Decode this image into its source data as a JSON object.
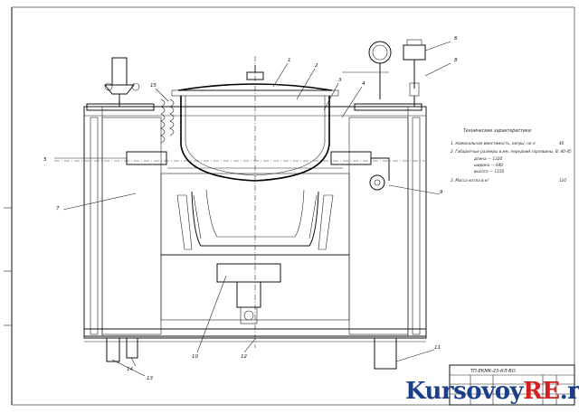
{
  "drawing": {
    "stamp_code": "ТП-ЕКМК-23-КЛ-ВО",
    "tech_title": "Технические характеристики",
    "specs": [
      {
        "text": "1. Номинальная вместимость, литры, не л",
        "value": "40"
      },
      {
        "text": "2. Габаритные размеры в мм, передний горловины, В: 40-45",
        "value": ""
      },
      {
        "text": "длина — 1320",
        "value": ""
      },
      {
        "text": "ширина — 640",
        "value": ""
      },
      {
        "text": "высота — 1150",
        "value": ""
      },
      {
        "text": "3. Масса котла в кг",
        "value": "110"
      }
    ],
    "callouts": [
      "1",
      "2",
      "3",
      "4",
      "5",
      "6",
      "7",
      "8",
      "9",
      "10",
      "11",
      "12",
      "13",
      "14",
      "15"
    ],
    "watermark": {
      "part1": "Kursovoy",
      "part2": "RE",
      "part3": ".ru"
    }
  }
}
